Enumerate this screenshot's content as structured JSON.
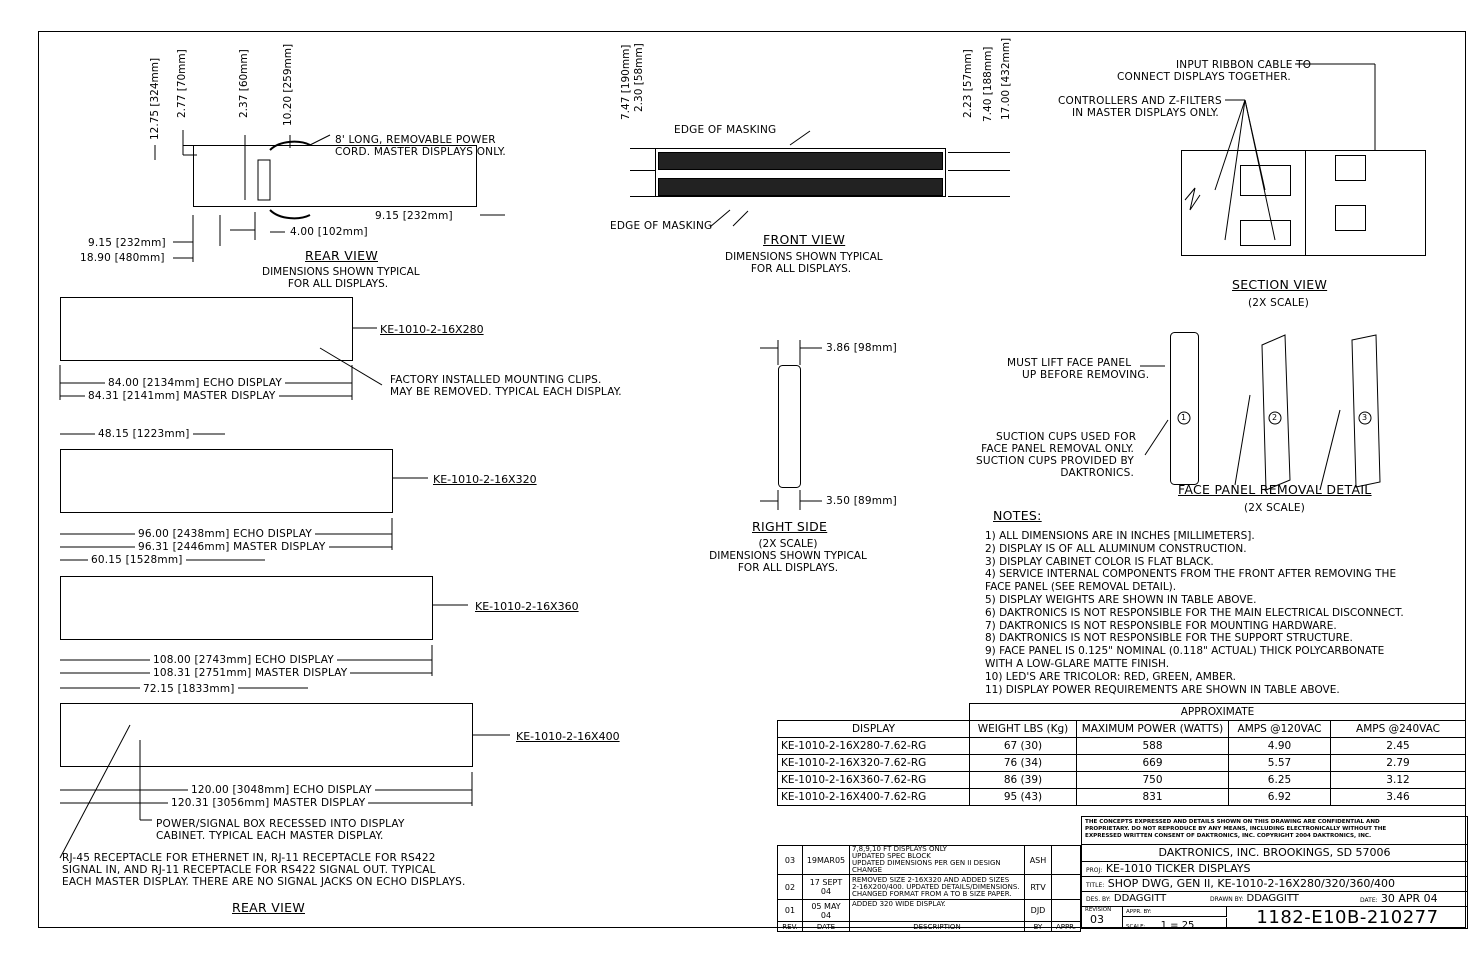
{
  "rear_view_top": {
    "dims_vertical": [
      "12.75 [324mm]",
      "2.77 [70mm]",
      "2.37 [60mm]",
      "10.20 [259mm]"
    ],
    "cord_note": [
      "8' LONG, REMOVABLE POWER",
      "CORD. MASTER DISPLAYS ONLY."
    ],
    "dim_915_right": "9.15 [232mm]",
    "dim_400": "4.00 [102mm]",
    "dim_915_left": "9.15 [232mm]",
    "dim_1890": "18.90 [480mm]",
    "title": "REAR VIEW",
    "subtitle": [
      "DIMENSIONS SHOWN TYPICAL",
      "FOR ALL DISPLAYS."
    ]
  },
  "front_view": {
    "dims_left": [
      "7.47 [190mm]",
      "2.30 [58mm]"
    ],
    "dims_right": [
      "2.23 [57mm]",
      "7.40 [188mm]",
      "17.00 [432mm]"
    ],
    "edge_top": "EDGE OF MASKING",
    "edge_bottom": "EDGE OF MASKING",
    "title": "FRONT VIEW",
    "subtitle": [
      "DIMENSIONS SHOWN TYPICAL",
      "FOR ALL DISPLAYS."
    ]
  },
  "section_view": {
    "note_ribbon": [
      "INPUT RIBBON CABLE TO",
      "CONNECT DISPLAYS TOGETHER."
    ],
    "note_controllers": [
      "CONTROLLERS AND Z-FILTERS",
      "IN MASTER DISPLAYS ONLY."
    ],
    "title": "SECTION VIEW",
    "scale": "(2X SCALE)"
  },
  "displays": [
    {
      "model": "KE-1010-2-16X280",
      "echo": "84.00 [2134mm] ECHO DISPLAY",
      "master": "84.31 [2141mm] MASTER DISPLAY",
      "clip": ""
    },
    {
      "model": "KE-1010-2-16X320",
      "echo": "96.00 [2438mm] ECHO DISPLAY",
      "master": "96.31 [2446mm] MASTER DISPLAY",
      "clip": "48.15 [1223mm]"
    },
    {
      "model": "KE-1010-2-16X360",
      "echo": "108.00 [2743mm] ECHO DISPLAY",
      "master": "108.31 [2751mm] MASTER DISPLAY",
      "clip": "60.15 [1528mm]"
    },
    {
      "model": "KE-1010-2-16X400",
      "echo": "120.00 [3048mm] ECHO DISPLAY",
      "master": "120.31 [3056mm] MASTER DISPLAY",
      "clip": "72.15 [1833mm]"
    }
  ],
  "clips_note": [
    "FACTORY INSTALLED MOUNTING CLIPS.",
    "MAY BE REMOVED. TYPICAL EACH DISPLAY."
  ],
  "power_box_note": [
    "POWER/SIGNAL BOX RECESSED INTO DISPLAY",
    "CABINET. TYPICAL EACH MASTER DISPLAY."
  ],
  "rj45_note": [
    "RJ-45 RECEPTACLE FOR ETHERNET IN, RJ-11 RECEPTACLE FOR RS422",
    "SIGNAL IN, AND RJ-11 RECEPTACLE FOR RS422 SIGNAL OUT. TYPICAL",
    "EACH MASTER DISPLAY. THERE ARE NO SIGNAL JACKS ON ECHO DISPLAYS."
  ],
  "rear_view_bottom_title": "REAR VIEW",
  "right_side": {
    "dim_top": "3.86 [98mm]",
    "dim_bottom": "3.50 [89mm]",
    "title": "RIGHT SIDE",
    "subtitle": [
      "(2X SCALE)",
      "DIMENSIONS SHOWN TYPICAL",
      "FOR ALL DISPLAYS."
    ]
  },
  "face_panel": {
    "lift_note": [
      "MUST LIFT FACE PANEL",
      "UP BEFORE REMOVING."
    ],
    "suction_note": [
      "SUCTION CUPS USED FOR",
      "FACE PANEL REMOVAL ONLY.",
      "SUCTION CUPS PROVIDED BY",
      "DAKTRONICS."
    ],
    "steps": [
      "1",
      "2",
      "3"
    ],
    "title": "FACE PANEL REMOVAL DETAIL",
    "scale": "(2X SCALE)"
  },
  "notes": {
    "heading": "NOTES:",
    "items": [
      "1)  ALL DIMENSIONS ARE IN INCHES [MILLIMETERS].",
      "2)  DISPLAY IS OF ALL ALUMINUM CONSTRUCTION.",
      "3)  DISPLAY CABINET COLOR IS FLAT BLACK.",
      "4)  SERVICE INTERNAL COMPONENTS FROM THE FRONT AFTER REMOVING THE",
      "      FACE PANEL (SEE REMOVAL DETAIL).",
      "5)  DISPLAY WEIGHTS ARE SHOWN IN TABLE ABOVE.",
      "6)  DAKTRONICS IS NOT RESPONSIBLE FOR THE MAIN ELECTRICAL DISCONNECT.",
      "7)  DAKTRONICS IS NOT RESPONSIBLE FOR MOUNTING HARDWARE.",
      "8)  DAKTRONICS IS NOT RESPONSIBLE FOR THE SUPPORT STRUCTURE.",
      "9)  FACE PANEL IS 0.125\" NOMINAL (0.118\" ACTUAL) THICK POLYCARBONATE",
      "      WITH A LOW-GLARE MATTE FINISH.",
      "10) LED'S ARE TRICOLOR: RED, GREEN, AMBER.",
      "11) DISPLAY POWER REQUIREMENTS ARE SHOWN IN TABLE ABOVE."
    ]
  },
  "spec_table": {
    "group_header": "APPROXIMATE",
    "headers": [
      "DISPLAY",
      "WEIGHT LBS (Kg)",
      "MAXIMUM POWER (WATTS)",
      "AMPS @120VAC",
      "AMPS @240VAC"
    ],
    "rows": [
      [
        "KE-1010-2-16X280-7.62-RG",
        "67 (30)",
        "588",
        "4.90",
        "2.45"
      ],
      [
        "KE-1010-2-16X320-7.62-RG",
        "76 (34)",
        "669",
        "5.57",
        "2.79"
      ],
      [
        "KE-1010-2-16X360-7.62-RG",
        "86 (39)",
        "750",
        "6.25",
        "3.12"
      ],
      [
        "KE-1010-2-16X400-7.62-RG",
        "95 (43)",
        "831",
        "6.92",
        "3.46"
      ]
    ]
  },
  "revisions": {
    "rows": [
      {
        "rev": "03",
        "date": "19MAR05",
        "desc": [
          "7,8,9,10 FT DISPLAYS ONLY",
          "UPDATED SPEC BLOCK",
          "UPDATED DIMENSIONS PER GEN II DESIGN CHANGE"
        ],
        "by": "ASH",
        "appr": ""
      },
      {
        "rev": "02",
        "date": "17 SEPT 04",
        "desc": [
          "REMOVED SIZE 2-16X320 AND ADDED SIZES",
          "2-16X200/400. UPDATED DETAILS/DIMENSIONS.",
          "CHANGED FORMAT FROM A TO B SIZE PAPER."
        ],
        "by": "RTV",
        "appr": ""
      },
      {
        "rev": "01",
        "date": "05 MAY 04",
        "desc": [
          "ADDED 320 WIDE DISPLAY."
        ],
        "by": "DJD",
        "appr": ""
      }
    ],
    "headers": [
      "REV.",
      "DATE",
      "DESCRIPTION",
      "BY",
      "APPR."
    ]
  },
  "title_block": {
    "confidential": [
      "THE CONCEPTS EXPRESSED AND DETAILS SHOWN ON THIS DRAWING ARE CONFIDENTIAL AND",
      "PROPRIETARY. DO NOT REPRODUCE BY ANY MEANS, INCLUDING ELECTRONICALLY WITHOUT THE",
      "EXPRESSED WRITTEN CONSENT OF DAKTRONICS, INC.           COPYRIGHT 2004 DAKTRONICS, INC."
    ],
    "company": "DAKTRONICS, INC.   BROOKINGS, SD 57006",
    "proj_label": "PROJ:",
    "proj": "KE-1010 TICKER DISPLAYS",
    "title_label": "TITLE:",
    "title": "SHOP DWG, GEN II, KE-1010-2-16X280/320/360/400",
    "des_label": "DES. BY:",
    "des": "DDAGGITT",
    "drawn_label": "DRAWN BY:",
    "drawn": "DDAGGITT",
    "date_label": "DATE:",
    "date": "30 APR 04",
    "revision_label": "REVISION",
    "revision": "03",
    "appr_label": "APPR. BY:",
    "scale_label": "SCALE:",
    "scale": "1 = 25",
    "drawing_number": "1182-E10B-210277"
  }
}
